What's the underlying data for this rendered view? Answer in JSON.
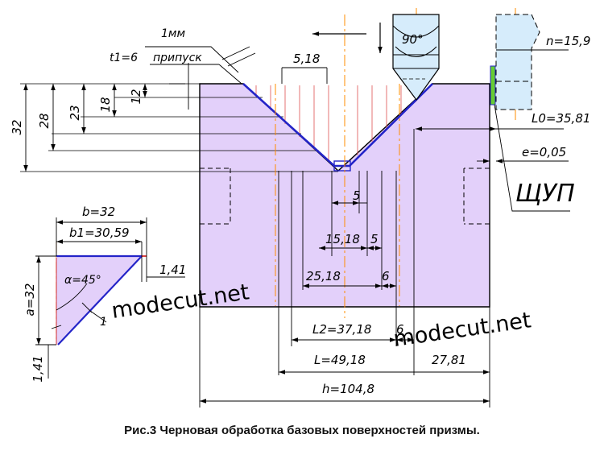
{
  "caption": "Рис.3 Черновая обработка базовых поверхностей призмы.",
  "watermark": "modecut.net",
  "labels": {
    "allowance_1mm": "1мм",
    "allowance_word": "припуск",
    "t1": "t1=6",
    "d32": "32",
    "d28": "28",
    "d23": "23",
    "d18": "18",
    "d12": "12",
    "d5_18": "5,18",
    "angle_90": "90°",
    "n": "n=15,9",
    "L0": "L0=35,81",
    "e": "e=0,05",
    "probe": "ЩУП",
    "d5_a": "5",
    "d15_18": "15,18",
    "d5_b": "5",
    "d25_18": "25,18",
    "d6_a": "6",
    "L2": "L2=37,18",
    "d6_b": "6",
    "L": "L=49,18",
    "d27_81": "27,81",
    "h": "h=104,8",
    "b": "b=32",
    "b1": "b1=30,59",
    "alpha": "α=45°",
    "d1_41_a": "1,41",
    "a": "a=32",
    "d1_41_b": "1,41",
    "d1": "1"
  },
  "colors": {
    "body_fill": "#e3d0fa",
    "cut_outline": "#2424c8",
    "center_line": "#ff8c00",
    "fixture_fill": "#d6ecfb",
    "probe_fill": "#66cc33"
  }
}
